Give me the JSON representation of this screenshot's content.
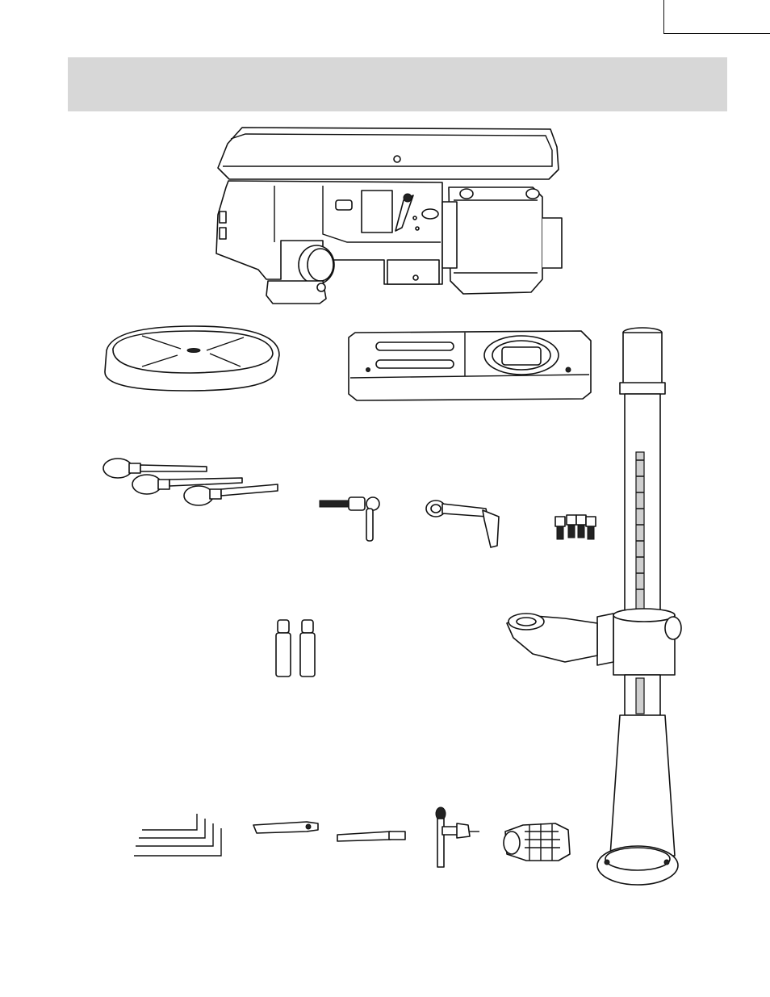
{
  "page": {
    "number": "",
    "title": ""
  },
  "parts": [
    {
      "id": "head-assembly",
      "icon": "drill-press-head-icon"
    },
    {
      "id": "table",
      "icon": "round-table-icon"
    },
    {
      "id": "base",
      "icon": "base-plate-icon"
    },
    {
      "id": "column",
      "icon": "column-assembly-icon"
    },
    {
      "id": "feed-handles",
      "icon": "feed-handle-icon"
    },
    {
      "id": "table-lock-handle",
      "icon": "lock-handle-icon"
    },
    {
      "id": "table-crank",
      "icon": "crank-handle-icon"
    },
    {
      "id": "hex-bolts",
      "icon": "bolt-icon"
    },
    {
      "id": "shelf-pins",
      "icon": "pin-icon"
    },
    {
      "id": "hex-keys",
      "icon": "hex-key-icon"
    },
    {
      "id": "drift-key",
      "icon": "drift-key-icon"
    },
    {
      "id": "arbor",
      "icon": "arbor-icon"
    },
    {
      "id": "chuck-key",
      "icon": "chuck-key-icon"
    },
    {
      "id": "chuck",
      "icon": "chuck-icon"
    }
  ]
}
